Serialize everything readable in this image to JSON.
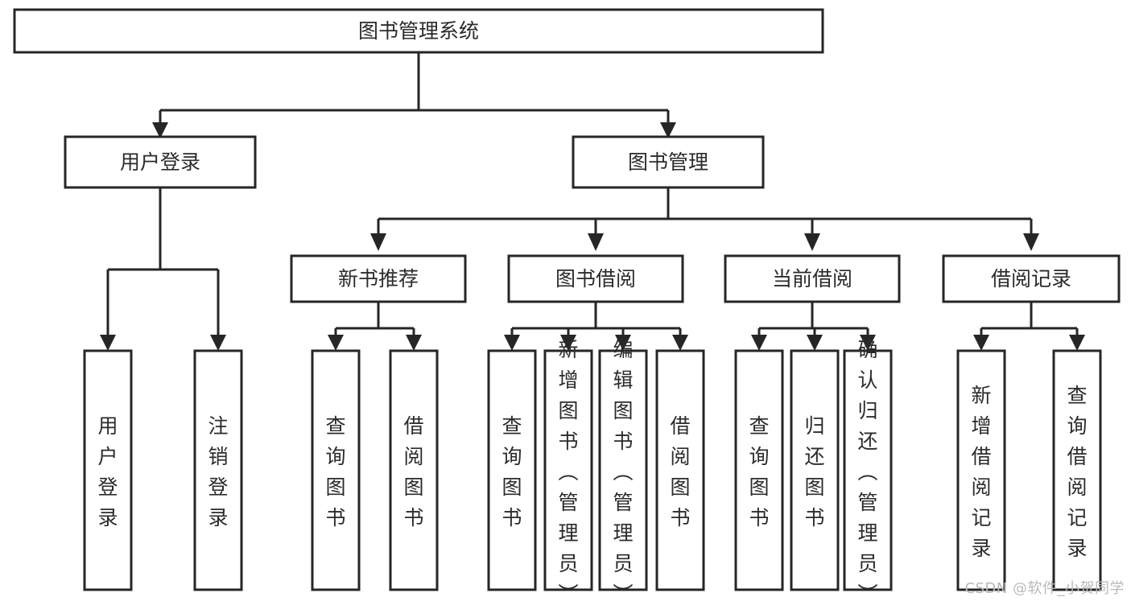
{
  "diagram": {
    "title_node": {
      "label": "图书管理系统"
    },
    "level2": [
      {
        "id": "user-login",
        "label": "用户登录"
      },
      {
        "id": "book-management",
        "label": "图书管理"
      }
    ],
    "level3": [
      {
        "id": "new-book-recommend",
        "label": "新书推荐"
      },
      {
        "id": "book-borrow",
        "label": "图书借阅"
      },
      {
        "id": "current-borrow",
        "label": "当前借阅"
      },
      {
        "id": "borrow-record",
        "label": "借阅记录"
      }
    ],
    "leaves": [
      {
        "id": "leaf-user-login",
        "label": "用户登录",
        "parent": "user-login"
      },
      {
        "id": "leaf-logout-login",
        "label": "注销登录",
        "parent": "user-login"
      },
      {
        "id": "leaf-query-book-1",
        "label": "查询图书",
        "parent": "new-book-recommend"
      },
      {
        "id": "leaf-borrow-book-1",
        "label": "借阅图书",
        "parent": "new-book-recommend"
      },
      {
        "id": "leaf-query-book-2",
        "label": "查询图书",
        "parent": "book-borrow"
      },
      {
        "id": "leaf-add-book",
        "label": "新增图书（管理员）",
        "parent": "book-borrow"
      },
      {
        "id": "leaf-edit-book",
        "label": "编辑图书（管理员）",
        "parent": "book-borrow"
      },
      {
        "id": "leaf-borrow-book-2",
        "label": "借阅图书",
        "parent": "book-borrow"
      },
      {
        "id": "leaf-query-book-3",
        "label": "查询图书",
        "parent": "current-borrow"
      },
      {
        "id": "leaf-return-book",
        "label": "归还图书",
        "parent": "current-borrow"
      },
      {
        "id": "leaf-confirm-return",
        "label": "确认归还（管理员）",
        "parent": "current-borrow"
      },
      {
        "id": "leaf-add-record",
        "label": "新增借阅记录",
        "parent": "borrow-record"
      },
      {
        "id": "leaf-query-record",
        "label": "查询借阅记录",
        "parent": "borrow-record"
      }
    ],
    "colors": {
      "stroke": "#262626",
      "fill": "#ffffff",
      "text": "#2b2b2b",
      "watermark": "#b9b9b9"
    }
  },
  "watermark": {
    "text": "CSDN @软件_小贺同学"
  }
}
